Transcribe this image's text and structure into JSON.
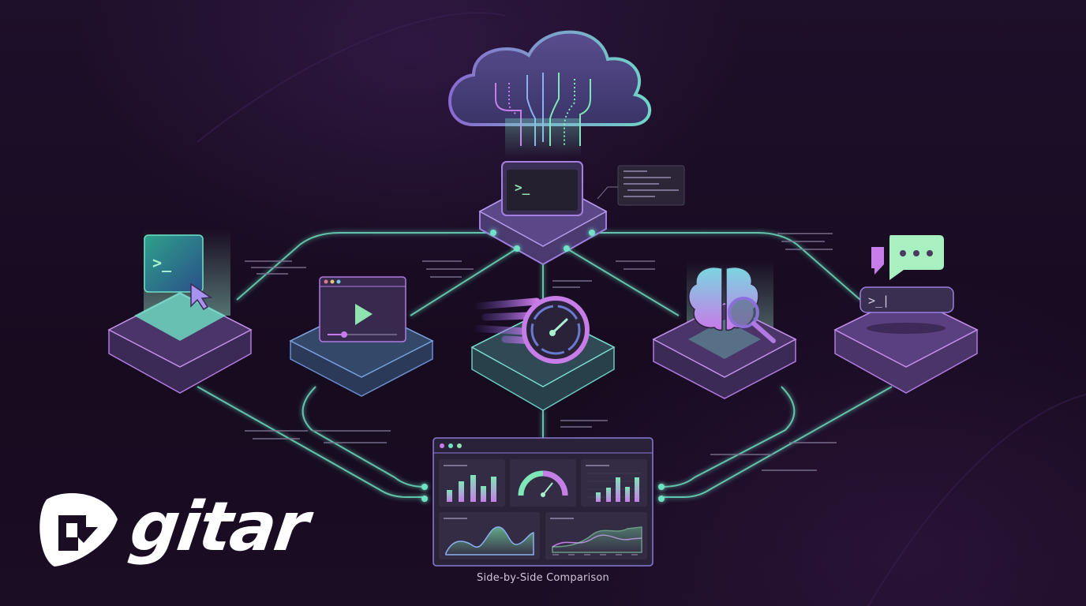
{
  "brand": {
    "name": "gitar",
    "logo_icon": "guitar-pick-g-icon",
    "color": "#ffffff"
  },
  "caption": "Side-by-Side Comparison",
  "colors": {
    "background": "#1a0d24",
    "accent_teal": "#6fe3c4",
    "accent_purple": "#c77de8",
    "node_purple": "#4a3565",
    "node_blue": "#2e3f5e",
    "node_teal": "#2f4a55",
    "panel": "#2a2238"
  },
  "diagram": {
    "cloud": {
      "icon": "cloud-icon"
    },
    "hub": {
      "icon": "terminal-icon",
      "prompt": ">_"
    },
    "nodes": [
      {
        "id": "cli",
        "icon": "terminal-cursor-icon",
        "prompt": ">_"
      },
      {
        "id": "video",
        "icon": "play-video-icon"
      },
      {
        "id": "performance",
        "icon": "speedometer-icon"
      },
      {
        "id": "ai-analysis",
        "icon": "brain-magnifier-icon"
      },
      {
        "id": "chat",
        "icon": "chat-bubble-icon",
        "prompt": ">_|"
      }
    ],
    "dashboard": {
      "window_dots": [
        "#c77de8",
        "#6fe3c4",
        "#8fe3b0"
      ],
      "panels": [
        "bar-chart",
        "gauge",
        "bar-chart-grid",
        "area-chart",
        "line-chart"
      ]
    }
  }
}
